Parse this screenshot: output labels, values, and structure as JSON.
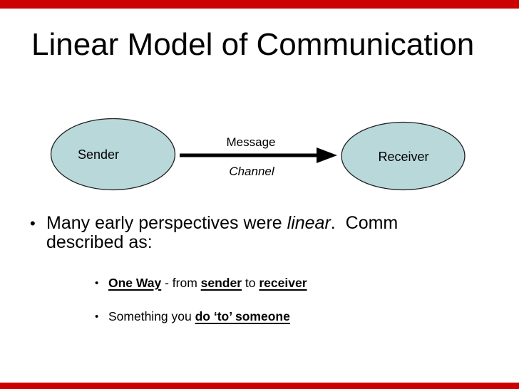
{
  "slide": {
    "title": "Linear Model of Communication",
    "accent_color": "#cc0000",
    "background_color": "#ffffff"
  },
  "diagram": {
    "sender_label": "Sender",
    "receiver_label": "Receiver",
    "message_label": "Message",
    "channel_label": "Channel",
    "ellipse_fill": "#b9d8da",
    "ellipse_border": "#1f1f1f",
    "arrow_color": "#000000"
  },
  "content": {
    "main_bullet": {
      "marker": "•",
      "part1": "Many early perspectives were ",
      "part2_italic": "linear",
      "part3": ".  Comm",
      "part4": "described as:"
    },
    "sub_bullet_1": {
      "marker": "•",
      "part1_bold_underline": "One Way",
      "part2": " - from ",
      "part3_bold_underline": "sender",
      "part4": " to ",
      "part5_bold_underline": "receiver"
    },
    "sub_bullet_2": {
      "marker": "•",
      "part1": "Something you ",
      "part2_bold_underline": "do ‘to’ someone"
    }
  }
}
